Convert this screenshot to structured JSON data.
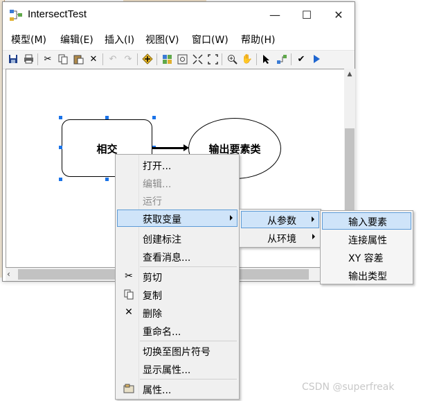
{
  "window": {
    "title": "IntersectTest",
    "controls": {
      "minimize": "—",
      "maximize": "☐",
      "close": "✕"
    }
  },
  "menubar": [
    "模型(M)",
    "编辑(E)",
    "插入(I)",
    "视图(V)",
    "窗口(W)",
    "帮助(H)"
  ],
  "toolbar": {
    "icons": [
      "save-icon",
      "print-icon",
      "cut-icon",
      "copy-icon",
      "paste-icon",
      "delete-icon",
      "undo-icon",
      "redo-icon",
      "add-data-icon",
      "auto-layout-icon",
      "full-extent-icon",
      "zoom-in-fixed-icon",
      "zoom-out-fixed-icon",
      "zoom-in-icon",
      "pan-icon",
      "select-icon",
      "connect-icon",
      "validate-icon",
      "run-icon"
    ]
  },
  "diagram": {
    "tool_node": "相交",
    "output_node": "输出要素类"
  },
  "context_menu": {
    "items": [
      {
        "label": "打开...",
        "disabled": false
      },
      {
        "label": "编辑...",
        "disabled": true
      },
      {
        "label": "运行",
        "disabled": true
      },
      {
        "label": "获取变量",
        "highlighted": true,
        "submenu": true
      },
      {
        "label": "创建标注"
      },
      {
        "label": "查看消息..."
      },
      {
        "label": "剪切",
        "icon": "cut-icon"
      },
      {
        "label": "复制",
        "icon": "copy-icon"
      },
      {
        "label": "删除",
        "icon": "delete-icon"
      },
      {
        "label": "重命名..."
      },
      {
        "label": "切换至图片符号"
      },
      {
        "label": "显示属性..."
      },
      {
        "label": "属性...",
        "icon": "properties-icon"
      }
    ]
  },
  "submenu_variables": [
    "从参数",
    "从环境"
  ],
  "submenu_params": [
    "输入要素",
    "连接属性",
    "XY 容差",
    "输出类型"
  ],
  "watermark": "CSDN @superfreak",
  "colors": {
    "highlight": "#cfe4f9",
    "highlight_border": "#5d9bd6",
    "selection_handle": "#1a73e8"
  }
}
